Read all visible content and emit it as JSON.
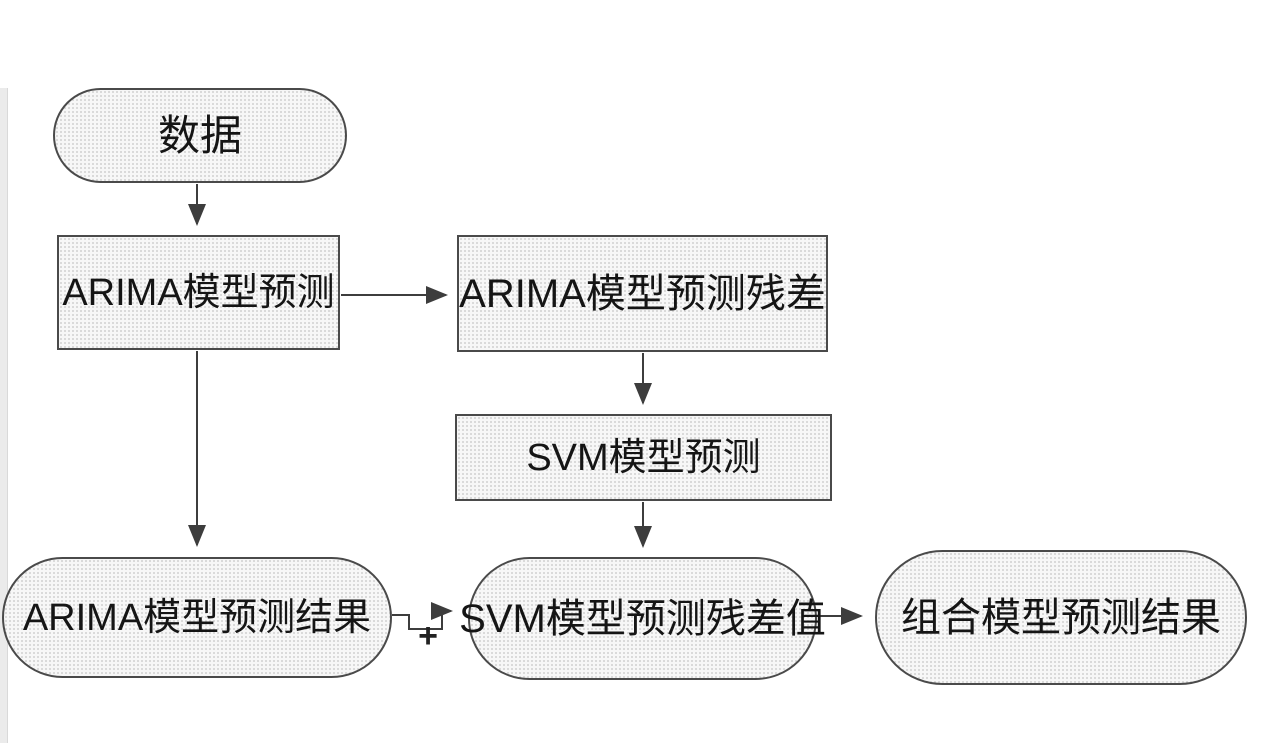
{
  "diagram": {
    "nodes": {
      "data": {
        "label": "数据",
        "shape": "stadium"
      },
      "arima_model": {
        "label": "ARIMA模型预测",
        "shape": "rect"
      },
      "arima_residual": {
        "label": "ARIMA模型预测残差",
        "shape": "rect"
      },
      "svm_model": {
        "label": "SVM模型预测",
        "shape": "rect"
      },
      "arima_result": {
        "label": "ARIMA模型预测结果",
        "shape": "stadium"
      },
      "svm_residual_value": {
        "label": "SVM模型预测残差值",
        "shape": "stadium"
      },
      "combined_result": {
        "label": "组合模型预测结果",
        "shape": "stadium"
      }
    },
    "operators": {
      "plus": "+"
    },
    "edges": [
      {
        "from": "data",
        "to": "arima_model"
      },
      {
        "from": "arima_model",
        "to": "arima_residual"
      },
      {
        "from": "arima_residual",
        "to": "svm_model"
      },
      {
        "from": "svm_model",
        "to": "svm_residual_value"
      },
      {
        "from": "arima_model",
        "to": "arima_result"
      },
      {
        "from": "arima_result",
        "to": "svm_residual_value",
        "operator": "+"
      },
      {
        "from": "svm_residual_value",
        "to": "combined_result"
      }
    ],
    "colors": {
      "node_fill": "#f7f7f7",
      "node_border": "#4a4a4a",
      "arrow": "#3d3d3d",
      "text": "#151515",
      "background": "#ffffff"
    }
  }
}
